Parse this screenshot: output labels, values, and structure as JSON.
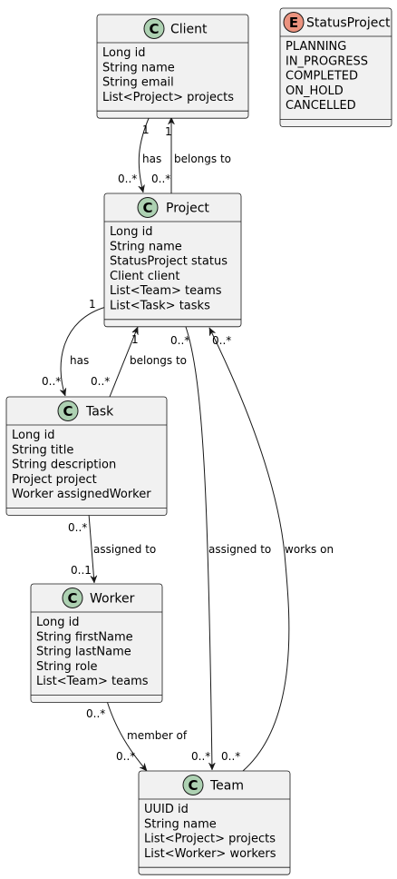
{
  "classes": {
    "client": {
      "stereotype": "C",
      "name": "Client",
      "fields": [
        "Long id",
        "String name",
        "String email",
        "List<Project> projects"
      ]
    },
    "status": {
      "stereotype": "E",
      "name": "StatusProject",
      "fields": [
        "PLANNING",
        "IN_PROGRESS",
        "COMPLETED",
        "ON_HOLD",
        "CANCELLED"
      ]
    },
    "project": {
      "stereotype": "C",
      "name": "Project",
      "fields": [
        "Long id",
        "String name",
        "StatusProject status",
        "Client client",
        "List<Team> teams",
        "List<Task> tasks"
      ]
    },
    "task": {
      "stereotype": "C",
      "name": "Task",
      "fields": [
        "Long id",
        "String title",
        "String description",
        "Project project",
        "Worker assignedWorker"
      ]
    },
    "worker": {
      "stereotype": "C",
      "name": "Worker",
      "fields": [
        "Long id",
        "String firstName",
        "String lastName",
        "String role",
        "List<Team> teams"
      ]
    },
    "team": {
      "stereotype": "C",
      "name": "Team",
      "fields": [
        "UUID id",
        "String name",
        "List<Project> projects",
        "List<Worker> workers"
      ]
    }
  },
  "relations": {
    "client_project": {
      "label": "has",
      "from_mult": "1",
      "to_mult": "0..*"
    },
    "project_client": {
      "label": "belongs to",
      "from_mult": "0..*",
      "to_mult": "1"
    },
    "project_task": {
      "label": "has",
      "from_mult": "1",
      "to_mult": "0..*"
    },
    "task_project": {
      "label": "belongs to",
      "from_mult": "0..*",
      "to_mult": "1"
    },
    "task_worker": {
      "label": "assigned to",
      "from_mult": "0..*",
      "to_mult": "0..1"
    },
    "project_team": {
      "label": "assigned to",
      "from_mult": "0..*",
      "to_mult": "0..*"
    },
    "team_project": {
      "label": "works on",
      "from_mult": "0..*",
      "to_mult": "0..*"
    },
    "worker_team": {
      "label": "member of",
      "from_mult": "0..*",
      "to_mult": "0..*"
    }
  }
}
